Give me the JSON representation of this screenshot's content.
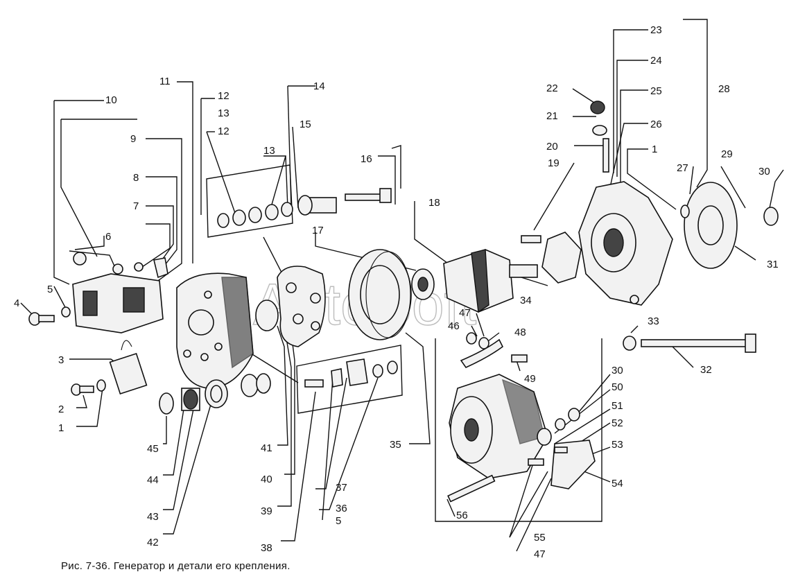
{
  "caption": "Рис. 7-36. Генератор и детали его крепления.",
  "watermark": "AutoSoft",
  "labels": [
    "1",
    "2",
    "3",
    "4",
    "5",
    "6",
    "7",
    "8",
    "9",
    "10",
    "11",
    "12",
    "13",
    "12",
    "13",
    "14",
    "15",
    "16",
    "17",
    "18",
    "19",
    "20",
    "21",
    "22",
    "23",
    "24",
    "25",
    "26",
    "1",
    "27",
    "28",
    "29",
    "30",
    "31",
    "32",
    "33",
    "34",
    "35",
    "36",
    "37",
    "5",
    "38",
    "39",
    "40",
    "41",
    "42",
    "43",
    "44",
    "45",
    "46",
    "47",
    "48",
    "49",
    "30",
    "50",
    "51",
    "52",
    "53",
    "54",
    "55",
    "47",
    "56"
  ]
}
